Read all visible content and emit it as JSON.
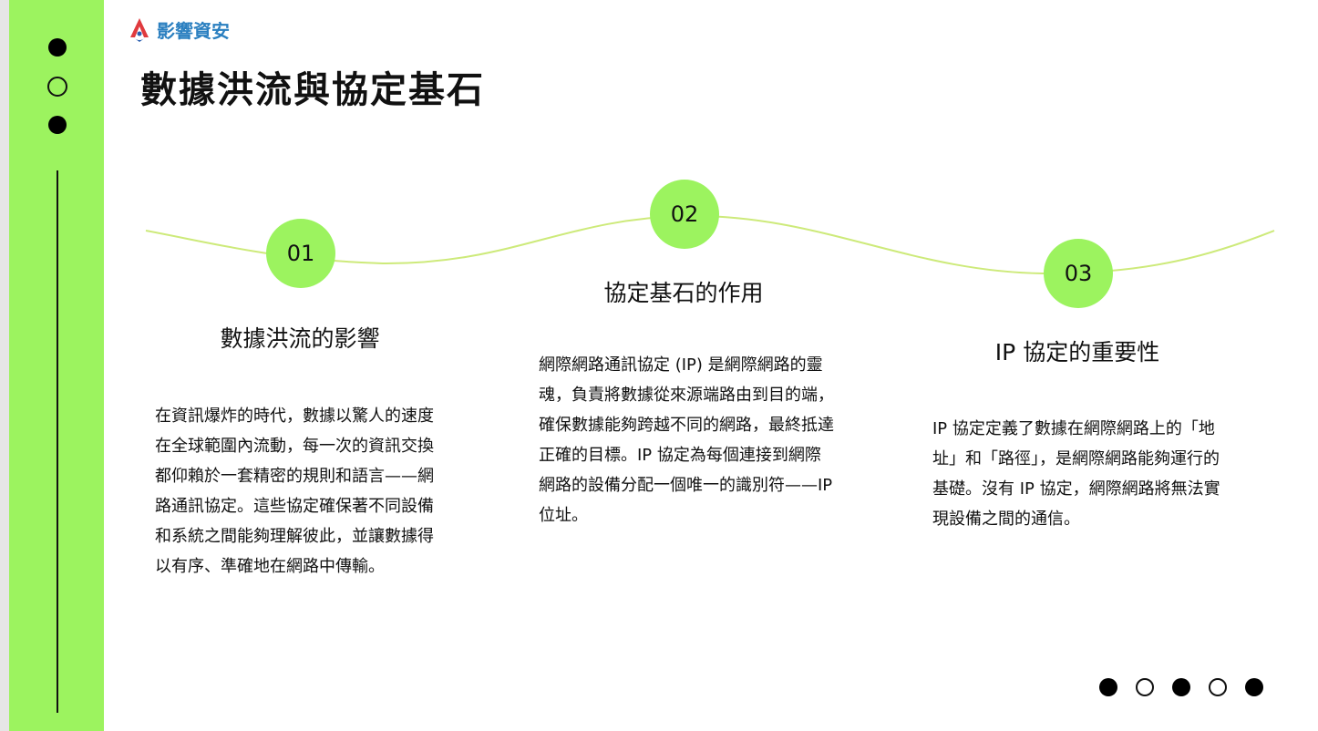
{
  "brand": {
    "name": "影響資安",
    "colors": {
      "accent": "#9cf35f",
      "logo_blue": "#2a7fc0",
      "logo_red": "#e03a3e"
    }
  },
  "title": "數據洪流與協定基石",
  "steps": [
    {
      "number": "01",
      "heading": "數據洪流的影響",
      "body": "在資訊爆炸的時代，數據以驚人的速度在全球範圍內流動，每一次的資訊交換都仰賴於一套精密的規則和語言——網路通訊協定。這些協定確保著不同設備和系統之間能夠理解彼此，並讓數據得以有序、準確地在網路中傳輸。"
    },
    {
      "number": "02",
      "heading": "協定基石的作用",
      "body": "網際網路通訊協定 (IP) 是網際網路的靈魂，負責將數據從來源端路由到目的端，確保數據能夠跨越不同的網路，最終抵達正確的目標。IP 協定為每個連接到網際網路的設備分配一個唯一的識別符——IP 位址。"
    },
    {
      "number": "03",
      "heading": "IP 協定的重要性",
      "body": "IP 協定定義了數據在網際網路上的「地址」和「路徑」，是網際網路能夠運行的基礎。沒有 IP 協定，網際網路將無法實現設備之間的通信。"
    }
  ]
}
